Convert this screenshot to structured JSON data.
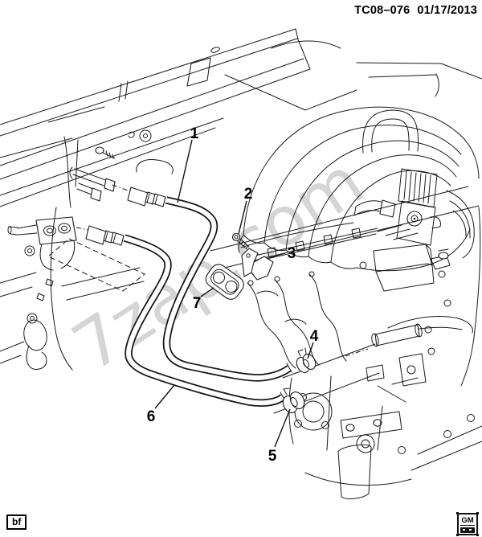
{
  "title": {
    "code": "TC08–076",
    "date": "01/17/2013"
  },
  "watermark": {
    "text": "7zap.com"
  },
  "diagram": {
    "type": "parts-line-diagram",
    "callouts": [
      {
        "num": "1"
      },
      {
        "num": "2"
      },
      {
        "num": "3"
      },
      {
        "num": "4"
      },
      {
        "num": "5"
      },
      {
        "num": "6"
      },
      {
        "num": "7"
      }
    ]
  },
  "footer": {
    "sheet_code": "bf",
    "brand": "GM"
  },
  "colors": {
    "line": "#1a1a1a",
    "watermark": "#cbcbcb",
    "background": "#ffffff"
  }
}
